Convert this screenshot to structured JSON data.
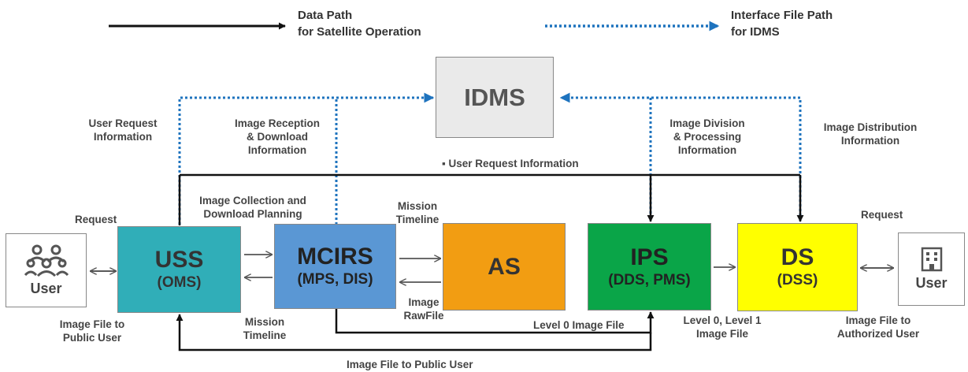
{
  "legend": {
    "solid_line": "Data Path\nfor Satellite Operation",
    "dotted_line": "Interface File Path\nfor IDMS"
  },
  "nodes": {
    "idms": {
      "title": "IDMS",
      "color": "#eaeaea"
    },
    "uss": {
      "title": "USS",
      "subtitle": "(OMS)",
      "color": "#30aeb8"
    },
    "mcirs": {
      "title": "MCIRS",
      "subtitle": "(MPS, DIS)",
      "color": "#5a97d4"
    },
    "as": {
      "title": "AS",
      "color": "#f29d12"
    },
    "ips": {
      "title": "IPS",
      "subtitle": "(DDS, PMS)",
      "color": "#0aa548"
    },
    "ds": {
      "title": "DS",
      "subtitle": "(DSS)",
      "color": "#ffff00"
    },
    "user_left": {
      "label": "User",
      "icon": "people-group-icon"
    },
    "user_right": {
      "label": "User",
      "icon": "building-icon"
    }
  },
  "labels": {
    "user_request_info": "User Request\nInformation",
    "image_reception": "Image Reception\n& Download\nInformation",
    "image_division": "Image Division\n& Processing\nInformation",
    "image_distribution": "Image Distribution\nInformation",
    "user_request_center": "▪ User Request Information",
    "collection_planning": "Image Collection and\nDownload Planning",
    "mission_timeline_top": "Mission\nTimeline",
    "request_left": "Request",
    "request_right": "Request",
    "image_rawfile": "Image\nRawFile",
    "image_file_public_left": "Image File to\nPublic User",
    "mission_timeline_bottom": "Mission\nTimeline",
    "level0_file": "Level 0 Image File",
    "level01_file": "Level 0, Level 1\nImage File",
    "image_file_authorized": "Image File to\nAuthorized User",
    "image_file_public_bottom": "Image File to Public User"
  }
}
